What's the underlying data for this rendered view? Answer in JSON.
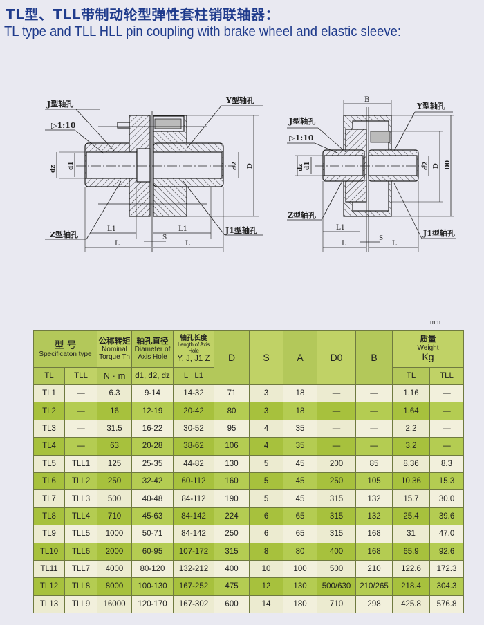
{
  "title_cn": "TL型、TLL带制动轮型弹性套柱销联轴器：",
  "title_en": "TL type and TLL HLL pin coupling with brake wheel and elastic sleeve:",
  "diagram_left": {
    "j_hole": "J型轴孔",
    "taper": "▷1:10",
    "y_hole": "Y型轴孔",
    "z_hole": "Z型轴孔",
    "j1_hole": "J1型轴孔",
    "d_z": "dz",
    "d_1": "d1",
    "d_2": "d2",
    "D": "D",
    "L1": "L1",
    "L": "L",
    "S": "S"
  },
  "diagram_right": {
    "j_hole": "J型轴孔",
    "taper": "▷1:10",
    "y_hole": "Y型轴孔",
    "z_hole": "Z型轴孔",
    "j1_hole": "J1型轴孔",
    "d_z": "dz",
    "d_1": "d1",
    "d_2": "d2",
    "D": "D",
    "D0": "D0",
    "B": "B",
    "L1": "L1",
    "L": "L",
    "S": "S"
  },
  "unit": "mm",
  "table": {
    "header": {
      "type_cn": "型 号",
      "type_en": "Specificaton type",
      "torque_cn": "公称转矩",
      "torque_en": "Nominal Torque Tn",
      "torque_unit": "N · m",
      "dia_cn": "轴孔直径",
      "dia_en": "Diameter of Axis Hole",
      "dia_sub": "d1, d2, dz",
      "len_cn": "轴孔长度",
      "len_en": "Length of Axis Hole",
      "len_types": "Y, J, J1 Z",
      "len_sub": "L   L1",
      "D": "D",
      "S": "S",
      "A": "A",
      "D0": "D0",
      "B": "B",
      "weight_cn": "质量",
      "weight_en": "Weight",
      "weight_unit": "Kg",
      "tl": "TL",
      "tll": "TLL",
      "w_tl": "TL",
      "w_tll": "TLL"
    },
    "rows": [
      [
        "TL1",
        "—",
        "6.3",
        "9-14",
        "14-32",
        "71",
        "3",
        "18",
        "—",
        "—",
        "1.16",
        "—"
      ],
      [
        "TL2",
        "—",
        "16",
        "12-19",
        "20-42",
        "80",
        "3",
        "18",
        "—",
        "—",
        "1.64",
        "—"
      ],
      [
        "TL3",
        "—",
        "31.5",
        "16-22",
        "30-52",
        "95",
        "4",
        "35",
        "—",
        "—",
        "2.2",
        "—"
      ],
      [
        "TL4",
        "—",
        "63",
        "20-28",
        "38-62",
        "106",
        "4",
        "35",
        "—",
        "—",
        "3.2",
        "—"
      ],
      [
        "TL5",
        "TLL1",
        "125",
        "25-35",
        "44-82",
        "130",
        "5",
        "45",
        "200",
        "85",
        "8.36",
        "8.3"
      ],
      [
        "TL6",
        "TLL2",
        "250",
        "32-42",
        "60-112",
        "160",
        "5",
        "45",
        "250",
        "105",
        "10.36",
        "15.3"
      ],
      [
        "TL7",
        "TLL3",
        "500",
        "40-48",
        "84-112",
        "190",
        "5",
        "45",
        "315",
        "132",
        "15.7",
        "30.0"
      ],
      [
        "TL8",
        "TLL4",
        "710",
        "45-63",
        "84-142",
        "224",
        "6",
        "65",
        "315",
        "132",
        "25.4",
        "39.6"
      ],
      [
        "TL9",
        "TLL5",
        "1000",
        "50-71",
        "84-142",
        "250",
        "6",
        "65",
        "315",
        "168",
        "31",
        "47.0"
      ],
      [
        "TL10",
        "TLL6",
        "2000",
        "60-95",
        "107-172",
        "315",
        "8",
        "80",
        "400",
        "168",
        "65.9",
        "92.6"
      ],
      [
        "TL11",
        "TLL7",
        "4000",
        "80-120",
        "132-212",
        "400",
        "10",
        "100",
        "500",
        "210",
        "122.6",
        "172.3"
      ],
      [
        "TL12",
        "TLL8",
        "8000",
        "100-130",
        "167-252",
        "475",
        "12",
        "130",
        "500/630",
        "210/265",
        "218.4",
        "304.3"
      ],
      [
        "TL13",
        "TLL9",
        "16000",
        "120-170",
        "167-302",
        "600",
        "14",
        "180",
        "710",
        "298",
        "425.8",
        "576.8"
      ]
    ]
  }
}
